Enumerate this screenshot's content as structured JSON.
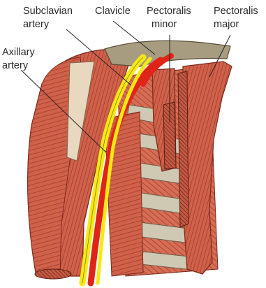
{
  "labels": {
    "subclavian_line1": "Subclavian",
    "subclavian_line2": "artery",
    "clavicle": "Clavicle",
    "pec_minor_line1": "Pectoralis",
    "pec_minor_line2": "minor",
    "pec_major_line1": "Pectoralis",
    "pec_major_line2": "major",
    "axillary_line1": "Axillary",
    "axillary_line2": "artery"
  },
  "colors": {
    "muscle": "#d0614a",
    "muscle_light": "#e08a73",
    "muscle_dark": "#a8402e",
    "artery": "#e02418",
    "nerve": "#f7e814",
    "bone": "#a79c80",
    "rib": "#cfc9b4"
  }
}
